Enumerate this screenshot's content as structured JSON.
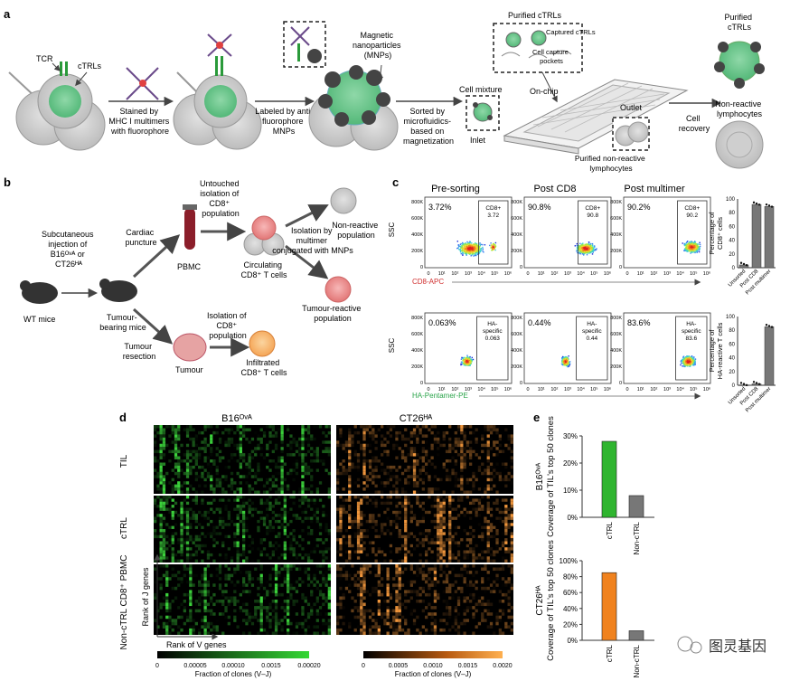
{
  "panel_a": {
    "label": "a",
    "tcr": "TCR",
    "ctrls": "cTRLs",
    "stained_lines": [
      "Stained by",
      "MHC I multimers",
      "with fluorophore"
    ],
    "labeled_lines": [
      "Labeled by anti",
      "fluorophore",
      "MNPs"
    ],
    "mnp_lines": [
      "Magnetic",
      "nanoparticles",
      "(MNPs)"
    ],
    "sorted_lines": [
      "Sorted by",
      "microfluidics-",
      "based on",
      "magnetization"
    ],
    "purified_ctrls_chip": "Purified cTRLs",
    "captured_ctrls": "Captured cTRLs",
    "cell_capture_lines": [
      "Cell capture",
      "pockets"
    ],
    "cell_mixture": "Cell mixture",
    "on_chip": "On-chip",
    "inlet": "Inlet",
    "outlet": "Outlet",
    "purified_nonreactive_lines": [
      "Purified non-reactive",
      "lymphocytes"
    ],
    "cell_recovery_lines": [
      "Cell",
      "recovery"
    ],
    "purified_ctrls_right_lines": [
      "Purified",
      "cTRLs"
    ],
    "nonreactive_lymph_lines": [
      "Non-reactive",
      "lymphocytes"
    ]
  },
  "panel_b": {
    "label": "b",
    "subcut_lines": [
      "Subcutaneous",
      "injection of",
      "B16ᴼᵛᴬ or",
      "CT26ᴴᴬ"
    ],
    "wt_mice": "WT mice",
    "tumour_bearing_lines": [
      "Tumour-",
      "bearing mice"
    ],
    "cardiac_lines": [
      "Cardiac",
      "puncture"
    ],
    "pbmc": "PBMC",
    "untouched_lines": [
      "Untouched",
      "isolation of",
      "CD8⁺",
      "population"
    ],
    "circulating_lines": [
      "Circulating",
      "CD8⁺ T cells"
    ],
    "isolation_multimer_lines": [
      "Isolation by",
      "multimer",
      "conjugated with MNPs"
    ],
    "nonreactive_pop_lines": [
      "Non-reactive",
      "population"
    ],
    "tumour_reactive_lines": [
      "Tumour-reactive",
      "population"
    ],
    "tumour_resection_lines": [
      "Tumour",
      "resection"
    ],
    "tumour": "Tumour",
    "isolation_cd8_lines": [
      "Isolation of",
      "CD8⁺",
      "population"
    ],
    "infiltrated_lines": [
      "Infiltrated",
      "CD8⁺ T cells"
    ]
  },
  "panel_c": {
    "label": "c",
    "columns": [
      "Pre-sorting",
      "Post CD8",
      "Post multimer"
    ],
    "ssc": "SSC",
    "row1_xlabel": "CD8-APC",
    "row2_xlabel": "HA-Pentamer-PE",
    "y_ticks": [
      "800K",
      "600K",
      "400K",
      "200K",
      "0"
    ],
    "x_ticks": [
      "0",
      "10¹",
      "10²",
      "10³",
      "10⁴",
      "10⁵",
      "10⁶"
    ],
    "row1_pct": [
      "3.72%",
      "90.8%",
      "90.2%"
    ],
    "row1_gate": [
      [
        "CD8+",
        "3.72"
      ],
      [
        "CD8+",
        "90.8"
      ],
      [
        "CD8+",
        "90.2"
      ]
    ],
    "row2_pct": [
      "0.063%",
      "0.44%",
      "83.6%"
    ],
    "row2_gate": [
      [
        "HA-",
        "specific",
        "0.063"
      ],
      [
        "HA-",
        "specific",
        "0.44"
      ],
      [
        "HA-",
        "specific",
        "83.6"
      ]
    ]
  },
  "bar_c1": {
    "ylabel_lines": [
      "Percentage of",
      "CD8⁺ cells"
    ],
    "y_ticks": [
      "100",
      "80",
      "60",
      "40",
      "20",
      "0"
    ],
    "categories": [
      "Unsorted",
      "Post CD8",
      "Post multimer"
    ],
    "values": [
      4,
      92,
      89
    ],
    "ylim": [
      0,
      100
    ]
  },
  "bar_c2": {
    "ylabel_lines": [
      "Percentage of",
      "HA-reactive T cells"
    ],
    "y_ticks": [
      "100",
      "80",
      "60",
      "40",
      "20",
      "0"
    ],
    "categories": [
      "Unsorted",
      "Post CD8",
      "Post multimer"
    ],
    "values": [
      0.5,
      2,
      85
    ],
    "ylim": [
      0,
      100
    ]
  },
  "panel_d": {
    "label": "d",
    "col1": "B16ᴼᵛᴬ",
    "col2": "CT26ᴴᴬ",
    "rows": [
      "TIL",
      "cTRL",
      "Non-cTRL CD8⁺ PBMC"
    ],
    "y_axis": "Rank of J genes",
    "x_axis": "Rank of V genes",
    "cb1_ticks": [
      "0",
      "0.00005",
      "0.00010",
      "0.0015",
      "0.00020"
    ],
    "cb2_ticks": [
      "0",
      "0.0005",
      "0.0010",
      "0.0015",
      "0.0020"
    ],
    "cb1_label": "Fraction of clones (V–J)",
    "cb2_label": "Fraction of clones (V–J)"
  },
  "panel_e": {
    "label": "e",
    "y_ticks": [
      "100%",
      "80%",
      "60%",
      "40%",
      "20%",
      "0%"
    ]
  },
  "chart_data": [
    {
      "type": "bar",
      "title": "B16ᴼᵛᴬ",
      "ylabel": "Coverage of TIL's top 50 clones",
      "categories": [
        "cTRL",
        "Non-cTRL"
      ],
      "values": [
        28,
        8
      ],
      "ylim": [
        0,
        30
      ],
      "y_ticks": [
        "30%",
        "20%",
        "10%",
        "0%"
      ],
      "colors": [
        "#2fb52f",
        "#777777"
      ]
    },
    {
      "type": "bar",
      "title": "CT26ᴴᴬ",
      "ylabel": "Coverage of TIL's top 50 clones",
      "categories": [
        "cTRL",
        "Non-cTRL"
      ],
      "values": [
        85,
        12
      ],
      "ylim": [
        0,
        100
      ],
      "y_ticks": [
        "100%",
        "80%",
        "60%",
        "40%",
        "20%",
        "0%"
      ],
      "colors": [
        "#f0821e",
        "#777777"
      ]
    }
  ],
  "watermark": "图灵基因"
}
